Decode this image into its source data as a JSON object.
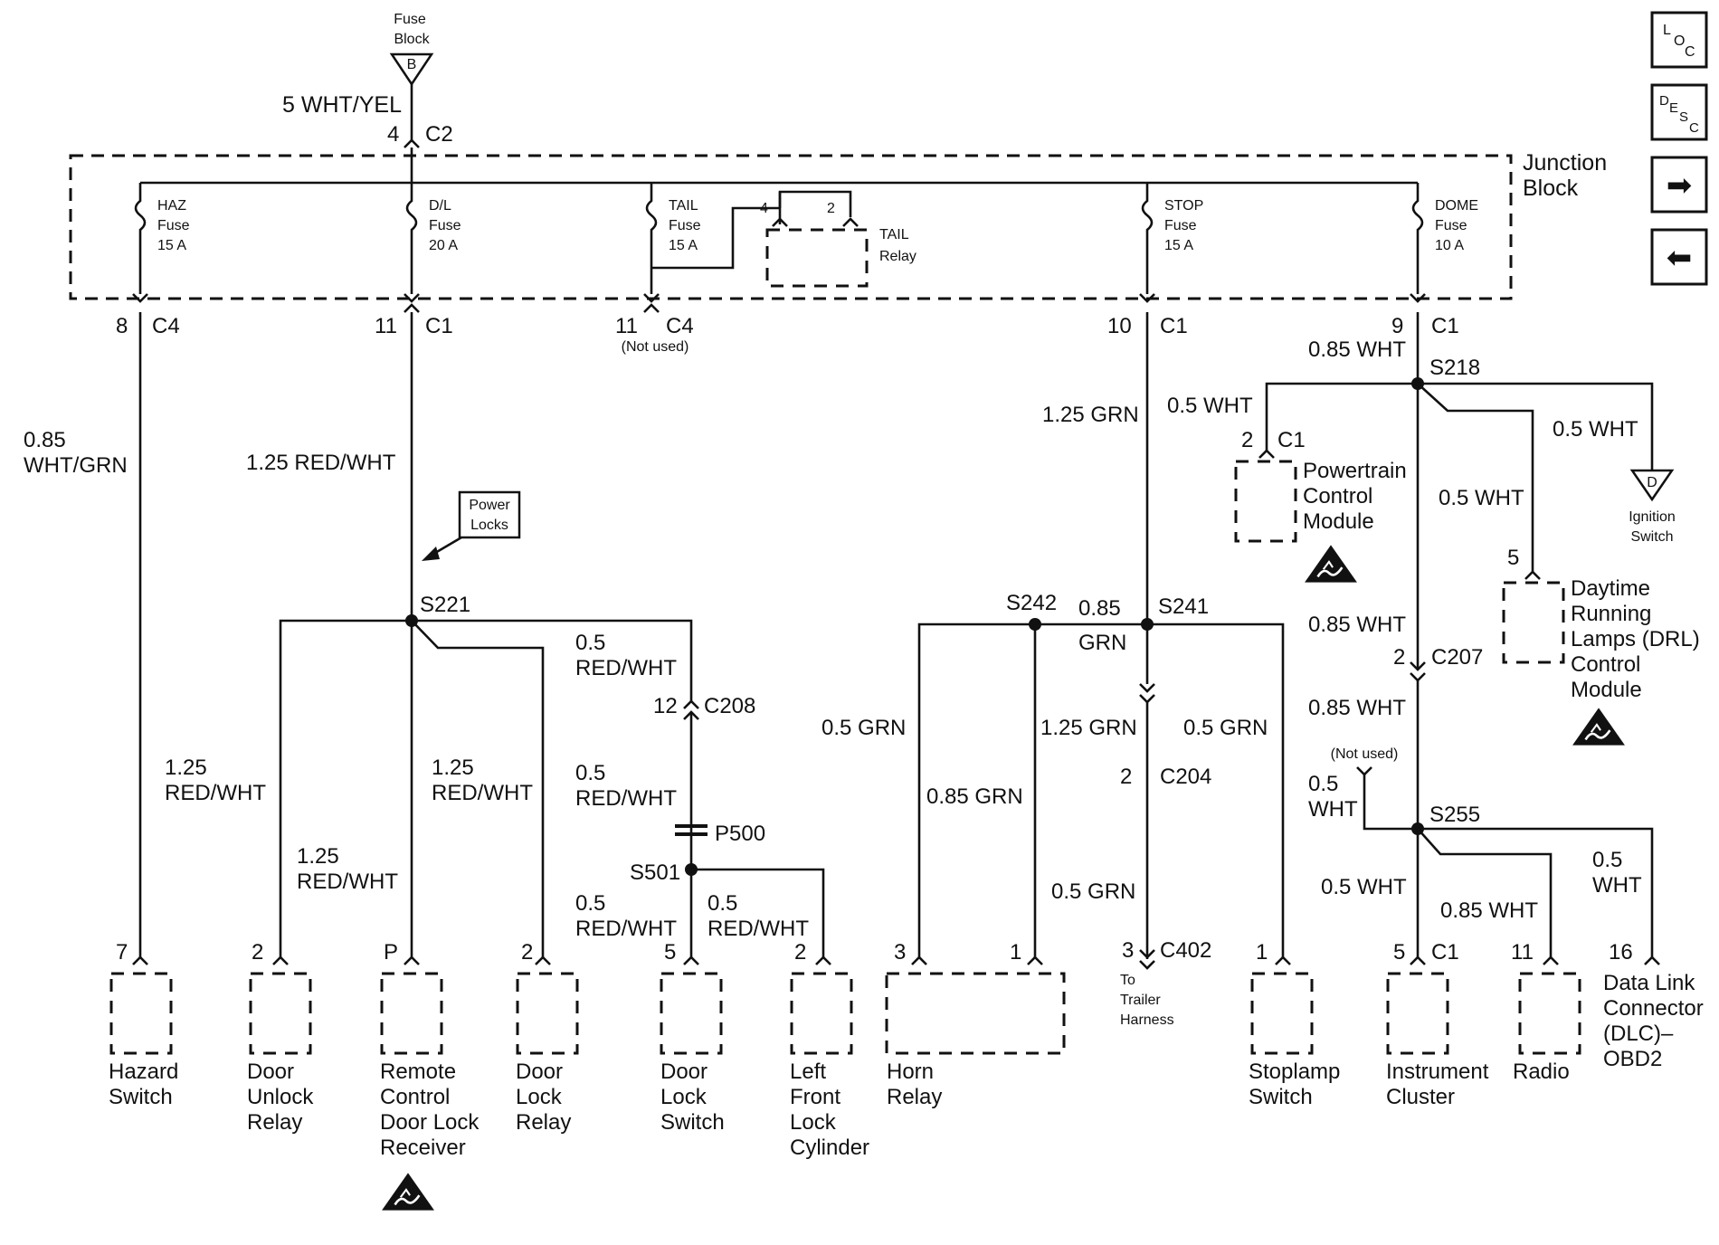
{
  "top": {
    "fuse_block_line1": "Fuse",
    "fuse_block_line2": "Block",
    "fuse_block_letter": "B",
    "feed_wire": "5 WHT/YEL",
    "feed_pin": "4",
    "feed_conn": "C2"
  },
  "junction_block": {
    "line1": "Junction",
    "line2": "Block"
  },
  "fuses": [
    {
      "l1": "HAZ",
      "l2": "Fuse",
      "l3": "15 A"
    },
    {
      "l1": "D/L",
      "l2": "Fuse",
      "l3": "20 A"
    },
    {
      "l1": "TAIL",
      "l2": "Fuse",
      "l3": "15 A"
    },
    {
      "l1": "STOP",
      "l2": "Fuse",
      "l3": "15 A"
    },
    {
      "l1": "DOME",
      "l2": "Fuse",
      "l3": "10 A"
    }
  ],
  "tail_relay": {
    "pin_a": "4",
    "pin_b": "2",
    "l1": "TAIL",
    "l2": "Relay"
  },
  "outputs": [
    {
      "pin": "8",
      "conn": "C4"
    },
    {
      "pin": "11",
      "conn": "C1"
    },
    {
      "pin": "11",
      "conn": "C4",
      "note": "(Not used)"
    },
    {
      "pin": "10",
      "conn": "C1"
    },
    {
      "pin": "9",
      "conn": "C1"
    }
  ],
  "wires": {
    "w_haz_1": "0.85",
    "w_haz_2": "WHT/GRN",
    "w_dl": "1.25 RED/WHT",
    "w_stop": "1.25 GRN",
    "w_dome_top": "0.85 WHT",
    "w_pcm": "0.5 WHT",
    "w_ign": "0.5 WHT",
    "w_drl": "0.5 WHT",
    "w_unlock_1": "1.25",
    "w_unlock_2": "RED/WHT",
    "w_remote_1": "1.25",
    "w_remote_2": "RED/WHT",
    "w_lockrelay_1": "1.25",
    "w_lockrelay_2": "RED/WHT",
    "w_c208_top_1": "0.5",
    "w_c208_top_2": "RED/WHT",
    "w_c208_bot_1": "0.5",
    "w_c208_bot_2": "RED/WHT",
    "w_lockswitch_1": "0.5",
    "w_lockswitch_2": "RED/WHT",
    "w_lfl_1": "0.5",
    "w_lfl_2": "RED/WHT",
    "w_s242_1": "0.85",
    "w_s242_2": "GRN",
    "w_horn_left": "0.5 GRN",
    "w_horn_mid": "0.85 GRN",
    "w_c204_top": "1.25 GRN",
    "w_c204_bot": "0.5 GRN",
    "w_stoplamp": "0.5 GRN",
    "w_c207_top": "0.85 WHT",
    "w_c207_bot": "0.85 WHT",
    "w_notused_1": "0.5",
    "w_notused_2": "WHT",
    "w_cluster": "0.5 WHT",
    "w_radio": "0.85 WHT",
    "w_dlc_1": "0.5",
    "w_dlc_2": "WHT"
  },
  "splices": {
    "s221": "S221",
    "s218": "S218",
    "s242": "S242",
    "s241": "S241",
    "s255": "S255",
    "s501": "S501"
  },
  "connectors": {
    "c208_pin": "12",
    "c208": "C208",
    "p500": "P500",
    "pcm_pin": "2",
    "pcm_conn": "C1",
    "drl_pin": "5",
    "c204_pin": "2",
    "c204": "C204",
    "c207_pin": "2",
    "c207": "C207",
    "not_used": "(Not used)"
  },
  "callout": {
    "l1": "Power",
    "l2": "Locks"
  },
  "ignition_switch": {
    "letter": "D",
    "l1": "Ignition",
    "l2": "Switch"
  },
  "pcm": {
    "l1": "Powertrain",
    "l2": "Control",
    "l3": "Module"
  },
  "drl": {
    "l1": "Daytime",
    "l2": "Running",
    "l3": "Lamps (DRL)",
    "l4": "Control",
    "l5": "Module"
  },
  "components": [
    {
      "pin": "7",
      "l1": "Hazard",
      "l2": "Switch"
    },
    {
      "pin": "2",
      "l1": "Door",
      "l2": "Unlock",
      "l3": "Relay"
    },
    {
      "pin": "P",
      "l1": "Remote",
      "l2": "Control",
      "l3": "Door Lock",
      "l4": "Receiver"
    },
    {
      "pin": "2",
      "l1": "Door",
      "l2": "Lock",
      "l3": "Relay"
    },
    {
      "pin": "5",
      "l1": "Door",
      "l2": "Lock",
      "l3": "Switch"
    },
    {
      "pin": "2",
      "l1": "Left",
      "l2": "Front",
      "l3": "Lock",
      "l4": "Cylinder"
    },
    {
      "pin_a": "3",
      "pin_b": "1",
      "l1": "Horn",
      "l2": "Relay"
    },
    {
      "pin": "3",
      "conn": "C402",
      "l1": "To",
      "l2": "Trailer",
      "l3": "Harness"
    },
    {
      "pin": "1",
      "l1": "Stoplamp",
      "l2": "Switch"
    },
    {
      "pin": "5",
      "conn": "C1",
      "l1": "Instrument",
      "l2": "Cluster"
    },
    {
      "pin": "11",
      "l1": "Radio"
    },
    {
      "pin": "16",
      "l1": "Data Link",
      "l2": "Connector",
      "l3": "(DLC)–",
      "l4": "OBD2"
    }
  ],
  "nav": {
    "loc_1": "L",
    "loc_2": "O",
    "loc_3": "C",
    "desc_1": "D",
    "desc_2": "E",
    "desc_3": "S",
    "desc_4": "C",
    "next_arrow": "➡",
    "prev_arrow": "⬅"
  }
}
